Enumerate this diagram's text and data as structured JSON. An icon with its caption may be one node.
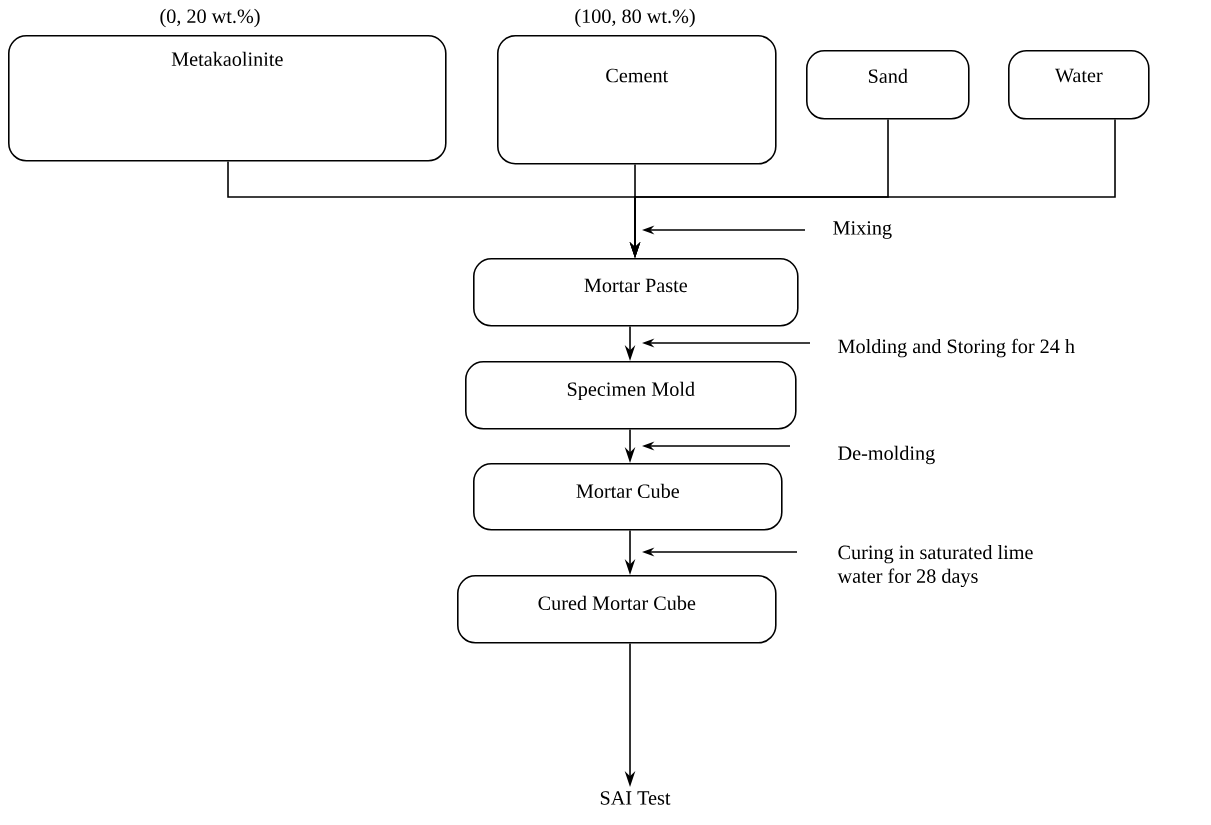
{
  "diagram": {
    "nodes": [
      {
        "text": [
          "Metakaolinite"
        ],
        "beside": [
          "(0, 20 wt.%)"
        ]
      },
      {
        "text": [
          "Cement"
        ],
        "beside": [
          "(100, 80 wt.%)"
        ]
      },
      {
        "text": [
          "Sand"
        ]
      },
      {
        "text": [
          "Water"
        ]
      },
      {
        "text": [
          "Mortar Paste"
        ]
      },
      {
        "text": [
          "Specimen Mold"
        ]
      },
      {
        "text": [
          "Mortar Cube"
        ]
      },
      {
        "text": [
          "Cured Mortar Cube"
        ]
      },
      {
        "text": [
          "SAI Test"
        ]
      },
      {
        "text": [
          "Mixing"
        ]
      },
      {
        "text": [
          "Molding and Storing for 24 h"
        ]
      },
      {
        "text": [
          "De-molding"
        ]
      },
      {
        "text": [
          "Curing in saturated lime water for 28 days"
        ]
      }
    ],
    "edges": [
      {
        "from": 0,
        "to": 4,
        "arrow": "to"
      },
      {
        "from": 1,
        "to": 4,
        "arrow": "to"
      },
      {
        "from": 2,
        "to": 4,
        "arrow": "to"
      },
      {
        "from": 3,
        "to": 4,
        "arrow": "to"
      },
      {
        "from": 4,
        "to": 5,
        "arrow": "to"
      },
      {
        "from": 5,
        "to": 6,
        "arrow": "to"
      },
      {
        "from": 6,
        "to": 7,
        "arrow": "to"
      },
      {
        "from": 7,
        "to": 8,
        "arrow": "to"
      },
      {
        "from": 9,
        "to": null,
        "arrow": "to"
      },
      {
        "from": 10,
        "to": null,
        "arrow": "to"
      },
      {
        "from": 11,
        "to": null,
        "arrow": "to"
      },
      {
        "from": 12,
        "to": null,
        "arrow": "to"
      }
    ]
  }
}
